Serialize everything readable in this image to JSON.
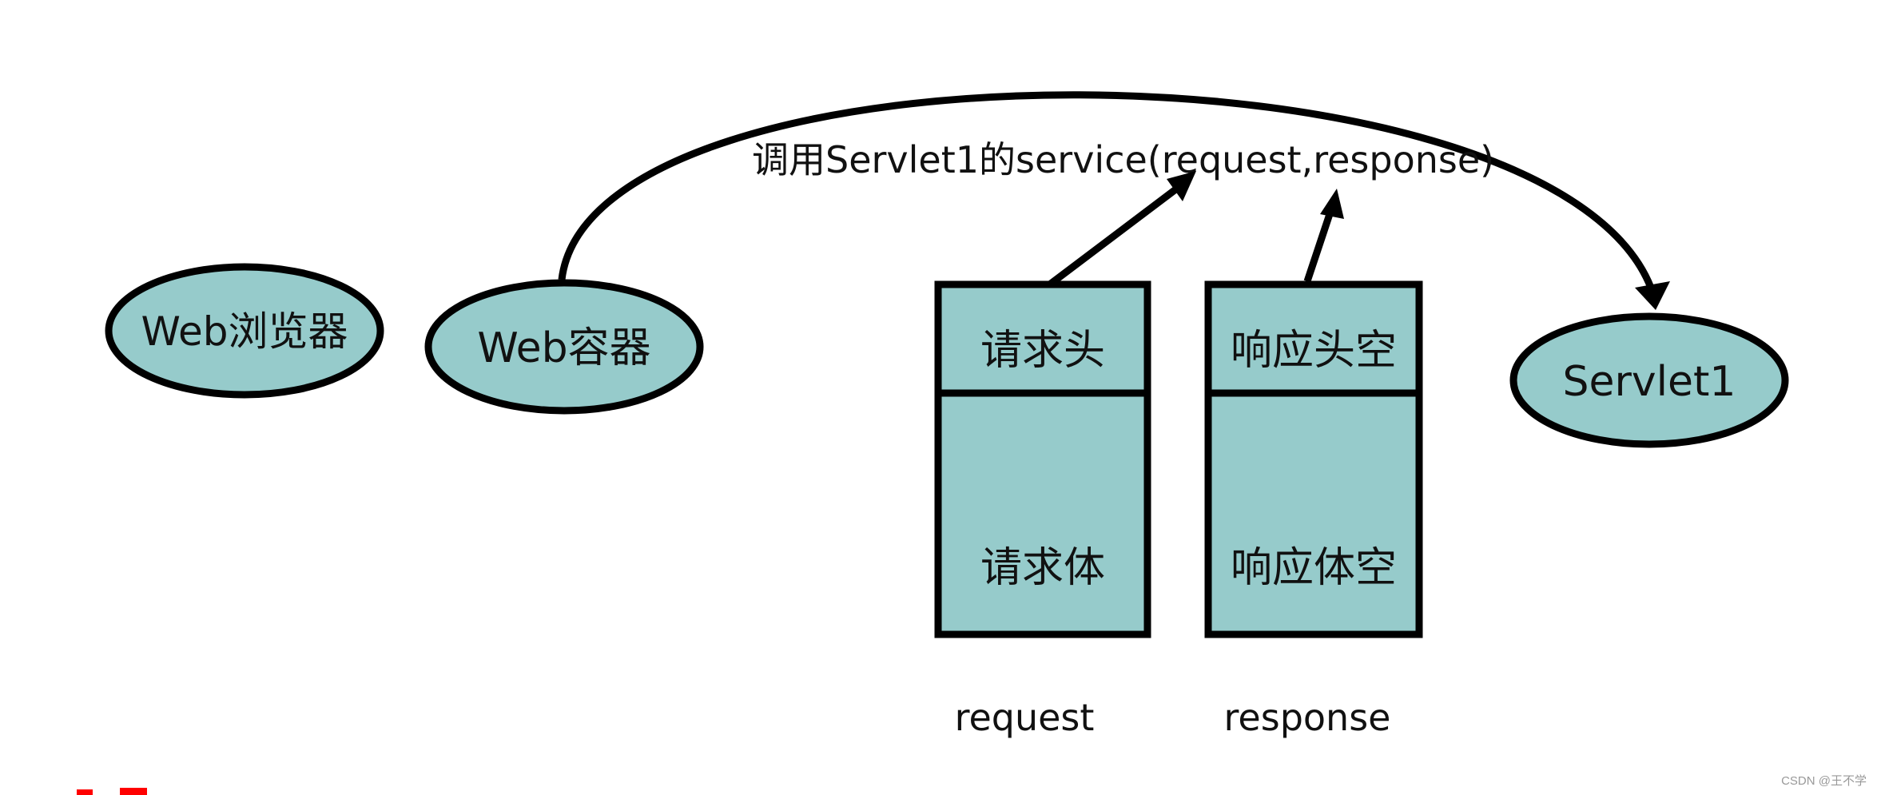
{
  "nodes": {
    "browser": "Web浏览器",
    "container": "Web容器",
    "servlet": "Servlet1"
  },
  "call_label": "调用Servlet1的service(request,response)",
  "request": {
    "header": "请求头",
    "body": "请求体",
    "caption": "request"
  },
  "response": {
    "header": "响应头空",
    "body": "响应体空",
    "caption": "response"
  },
  "watermark": "CSDN @王不学",
  "colors": {
    "fill": "#96cbcb",
    "stroke": "#000000",
    "accent_fragment": "#ff0000"
  }
}
